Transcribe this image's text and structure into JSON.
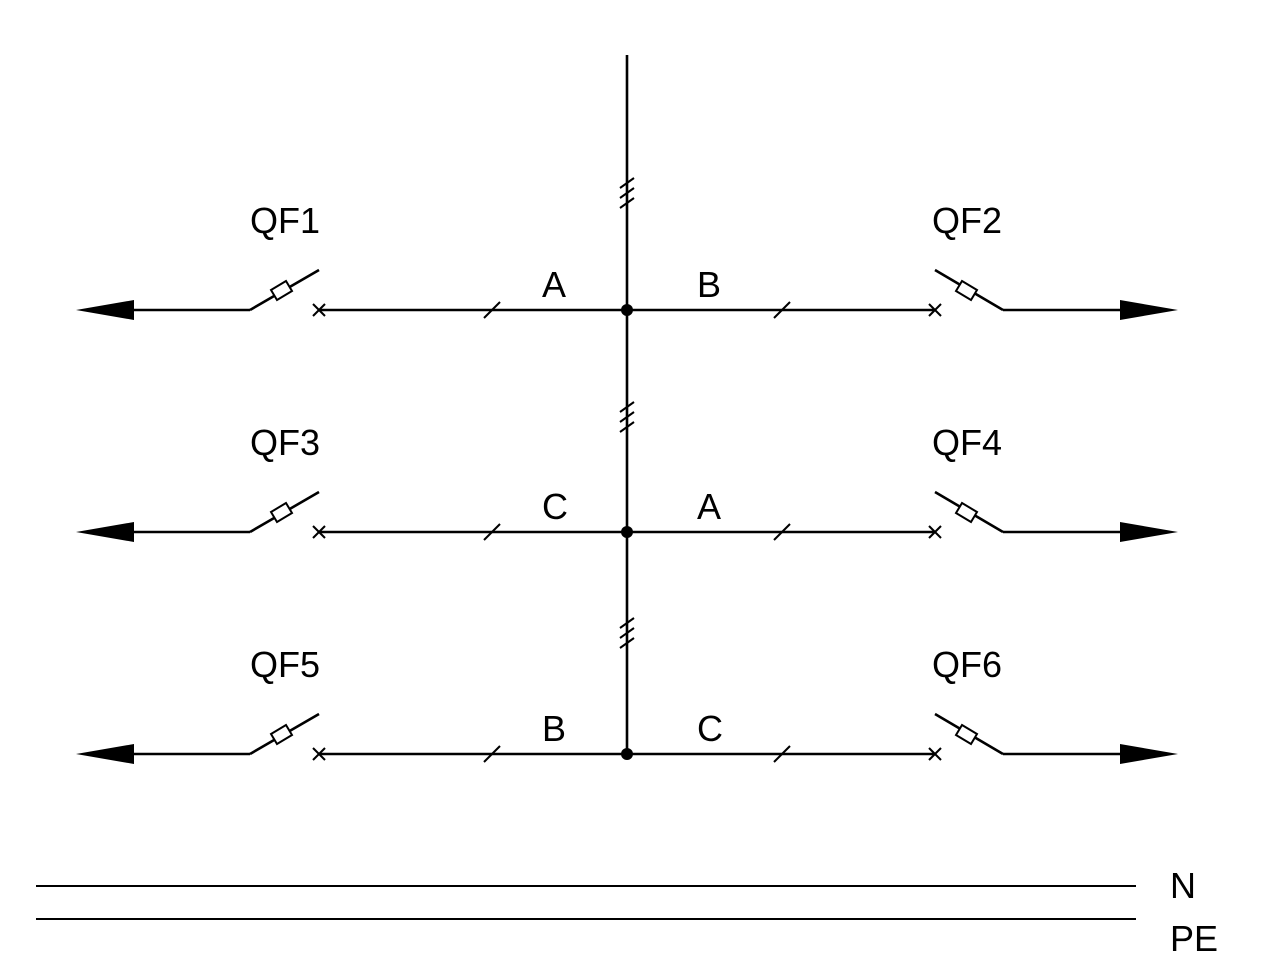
{
  "diagram": {
    "branches": [
      {
        "left_breaker": "QF1",
        "left_phase": "A",
        "right_breaker": "QF2",
        "right_phase": "B"
      },
      {
        "left_breaker": "QF3",
        "left_phase": "C",
        "right_breaker": "QF4",
        "right_phase": "A"
      },
      {
        "left_breaker": "QF5",
        "left_phase": "B",
        "right_breaker": "QF6",
        "right_phase": "C"
      }
    ],
    "bus_labels": {
      "neutral": "N",
      "protective_earth": "PE"
    }
  }
}
